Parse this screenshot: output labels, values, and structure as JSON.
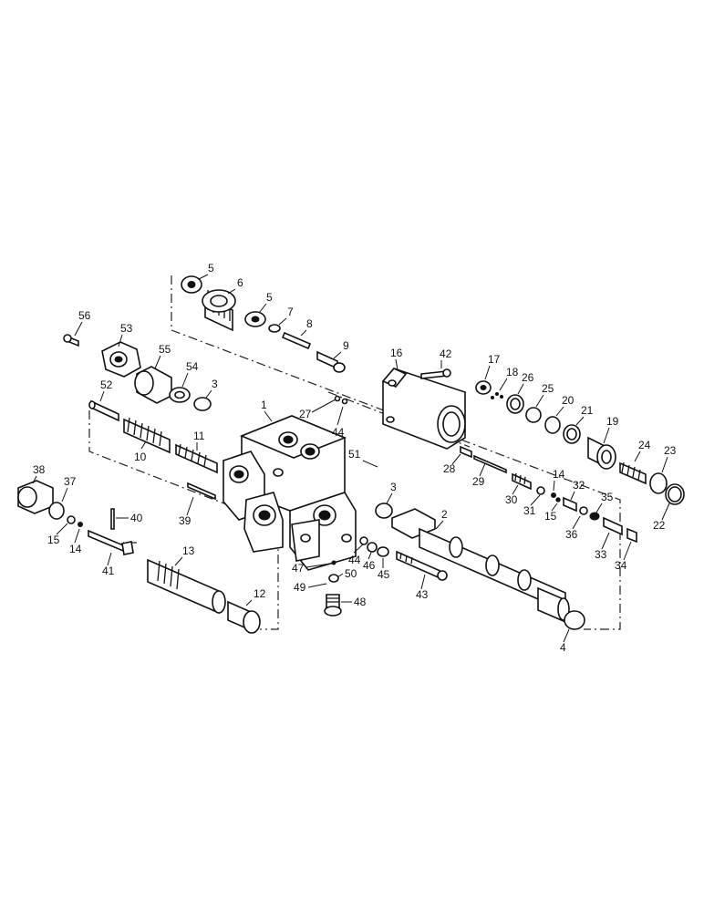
{
  "diagram": {
    "callouts": [
      "1",
      "2",
      "3",
      "3",
      "4",
      "5",
      "5",
      "6",
      "7",
      "8",
      "9",
      "10",
      "11",
      "12",
      "13",
      "14",
      "14",
      "15",
      "15",
      "16",
      "17",
      "18",
      "19",
      "20",
      "21",
      "22",
      "23",
      "24",
      "25",
      "26",
      "27",
      "28",
      "29",
      "30",
      "31",
      "32",
      "33",
      "34",
      "35",
      "36",
      "37",
      "38",
      "39",
      "40",
      "41",
      "42",
      "43",
      "44",
      "44",
      "45",
      "46",
      "47",
      "48",
      "49",
      "50",
      "51",
      "52",
      "53",
      "54",
      "55",
      "56"
    ]
  }
}
